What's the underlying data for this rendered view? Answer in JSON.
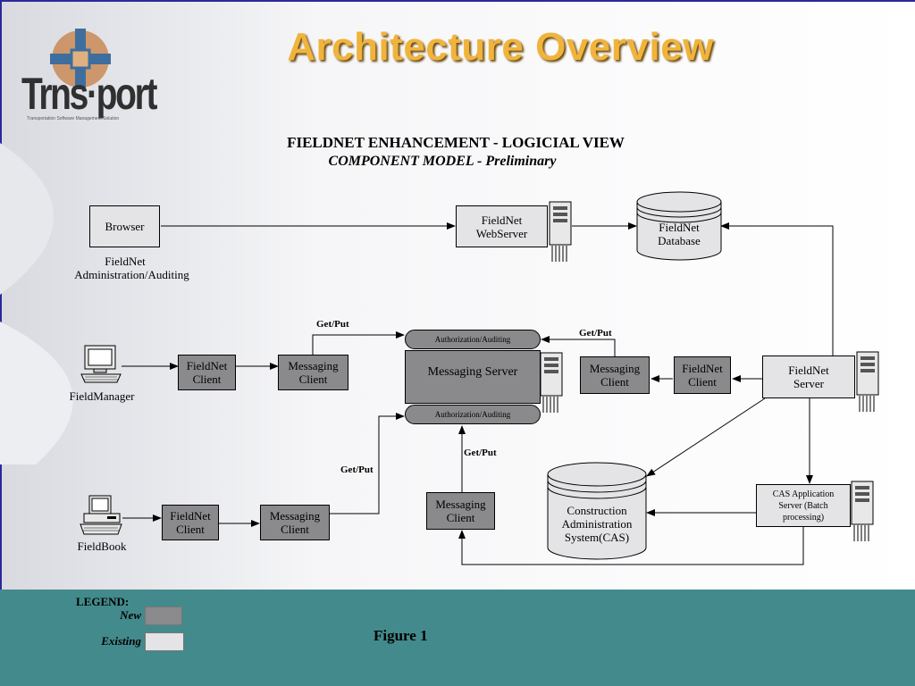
{
  "slide": {
    "title": "Architecture Overview",
    "logo_text": "Trns·port",
    "logo_subtext": "Transportation Software Management Solution"
  },
  "diagram": {
    "title": "FIELDNET ENHANCEMENT - LOGICIAL VIEW",
    "subtitle": "COMPONENT MODEL - Preliminary",
    "nodes": {
      "browser": "Browser",
      "browser_caption_1": "FieldNet",
      "browser_caption_2": "Administration/Auditing",
      "webserver": "FieldNet WebServer",
      "database": "FieldNet Database",
      "fieldmanager": "FieldManager",
      "fieldbook": "FieldBook",
      "fm_client": "FieldNet Client",
      "fm_messaging": "Messaging Client",
      "fb_client": "FieldNet Client",
      "fb_messaging": "Messaging Client",
      "auth_top": "Authorization/Auditing",
      "messaging_server": "Messaging Server",
      "auth_bottom": "Authorization/Auditing",
      "right_messaging": "Messaging Client",
      "right_client": "FieldNet Client",
      "fieldnet_server": "FieldNet Server",
      "cas_db": "Construction Administration System(CAS)",
      "cas_app": "CAS Application Server (Batch processing)",
      "bottom_messaging": "Messaging Client"
    },
    "edge_labels": {
      "getput_1": "Get/Put",
      "getput_2": "Get/Put",
      "getput_3": "Get/Put",
      "getput_4": "Get/Put"
    }
  },
  "legend": {
    "title": "LEGEND:",
    "new_label": "New",
    "existing_label": "Existing",
    "new_color": "#8a8a8c",
    "existing_color": "#e4e4e6"
  },
  "figure_label": "Figure 1",
  "colors": {
    "title": "#f0b43c",
    "footer": "#438a8c"
  }
}
